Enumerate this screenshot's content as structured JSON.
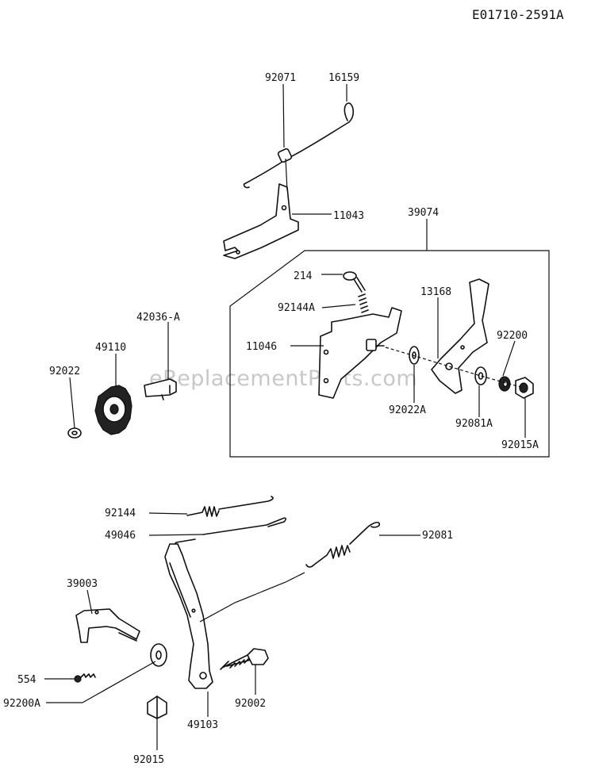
{
  "diagram_code": "E01710-2591A",
  "watermark": "eReplacementParts.com",
  "parts": {
    "p92071": "92071",
    "p16159": "16159",
    "p11043": "11043",
    "p39074": "39074",
    "p214": "214",
    "p92144A": "92144A",
    "p13168": "13168",
    "p92200": "92200",
    "p42036A": "42036-A",
    "p49110": "49110",
    "p11046": "11046",
    "p92022": "92022",
    "p92022A": "92022A",
    "p92081A": "92081A",
    "p92015A": "92015A",
    "p92144": "92144",
    "p49046": "49046",
    "p92081": "92081",
    "p39003": "39003",
    "p554": "554",
    "p92200A": "92200A",
    "p92002": "92002",
    "p49103": "49103",
    "p92015": "92015"
  }
}
